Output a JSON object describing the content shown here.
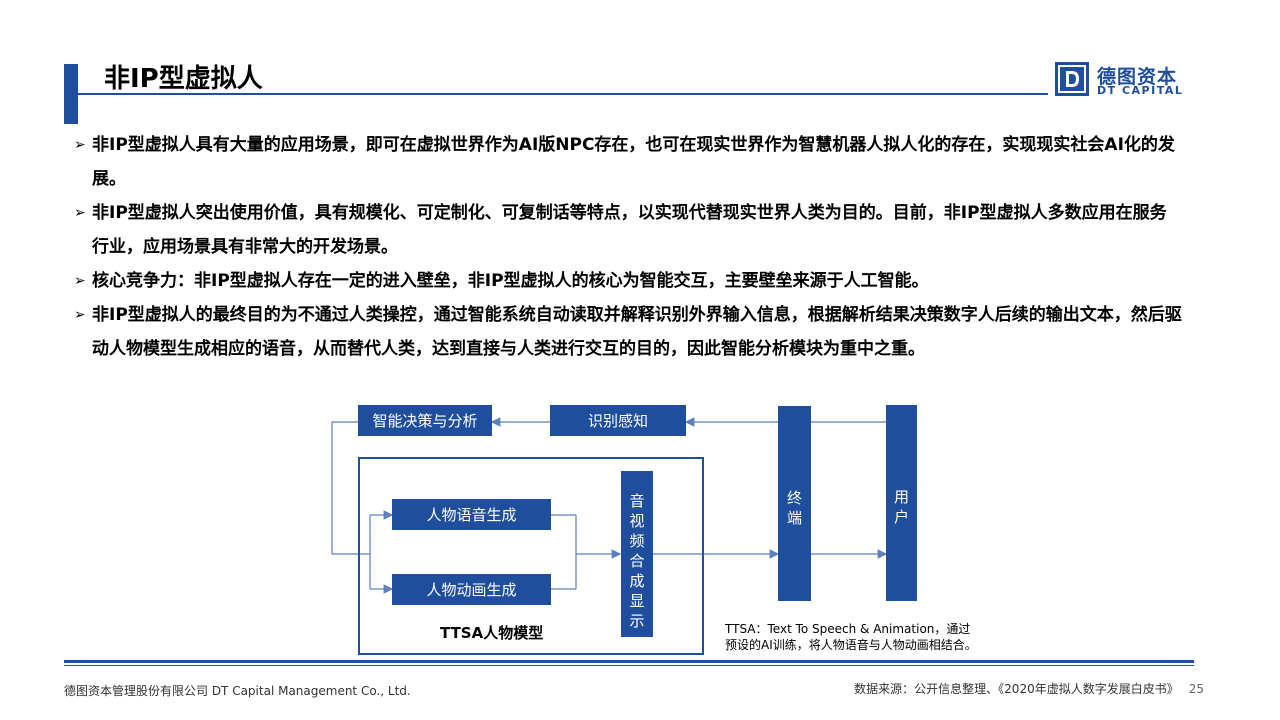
{
  "header": {
    "title": "非IP型虚拟人",
    "logo_cn": "德图资本",
    "logo_en": "DT CAPITAL",
    "logo_letter": "D"
  },
  "bullets": [
    "非IP型虚拟人具有大量的应用场景，即可在虚拟世界作为AI版NPC存在，也可在现实世界作为智慧机器人拟人化的存在，实现现实社会AI化的发展。",
    "非IP型虚拟人突出使用价值，具有规模化、可定制化、可复制话等特点，以实现代替现实世界人类为目的。目前，非IP型虚拟人多数应用在服务行业，应用场景具有非常大的开发场景。",
    "核心竞争力：非IP型虚拟人存在一定的进入壁垒，非IP型虚拟人的核心为智能交互，主要壁垒来源于人工智能。",
    "非IP型虚拟人的最终目的为不通过人类操控，通过智能系统自动读取并解释识别外界输入信息，根据解析结果决策数字人后续的输出文本，然后驱动人物模型生成相应的语音，从而替代人类，达到直接与人类进行交互的目的，因此智能分析模块为重中之重。"
  ],
  "bullet_marker": "➢",
  "diagram": {
    "decision": "智能决策与分析",
    "recognition": "识别感知",
    "speech_gen": "人物语音生成",
    "animation_gen": "人物动画生成",
    "av_synth": "音视频合成显示",
    "terminal": "终端",
    "user": "用户",
    "ttsa_label": "TTSA人物模型",
    "note_line1": "TTSA：Text To Speech & Animation，通过",
    "note_line2": "预设的AI训练，将人物语音与人物动画相结合。"
  },
  "footer": {
    "company": "德图资本管理股份有限公司  DT Capital Management  Co., Ltd.",
    "source": "数据来源：公开信息整理、《2020年虚拟人数字发展白皮书》",
    "page": "25"
  },
  "colors": {
    "brand_blue": "#1f4e9c",
    "arrow_blue": "#5b7fbf"
  }
}
